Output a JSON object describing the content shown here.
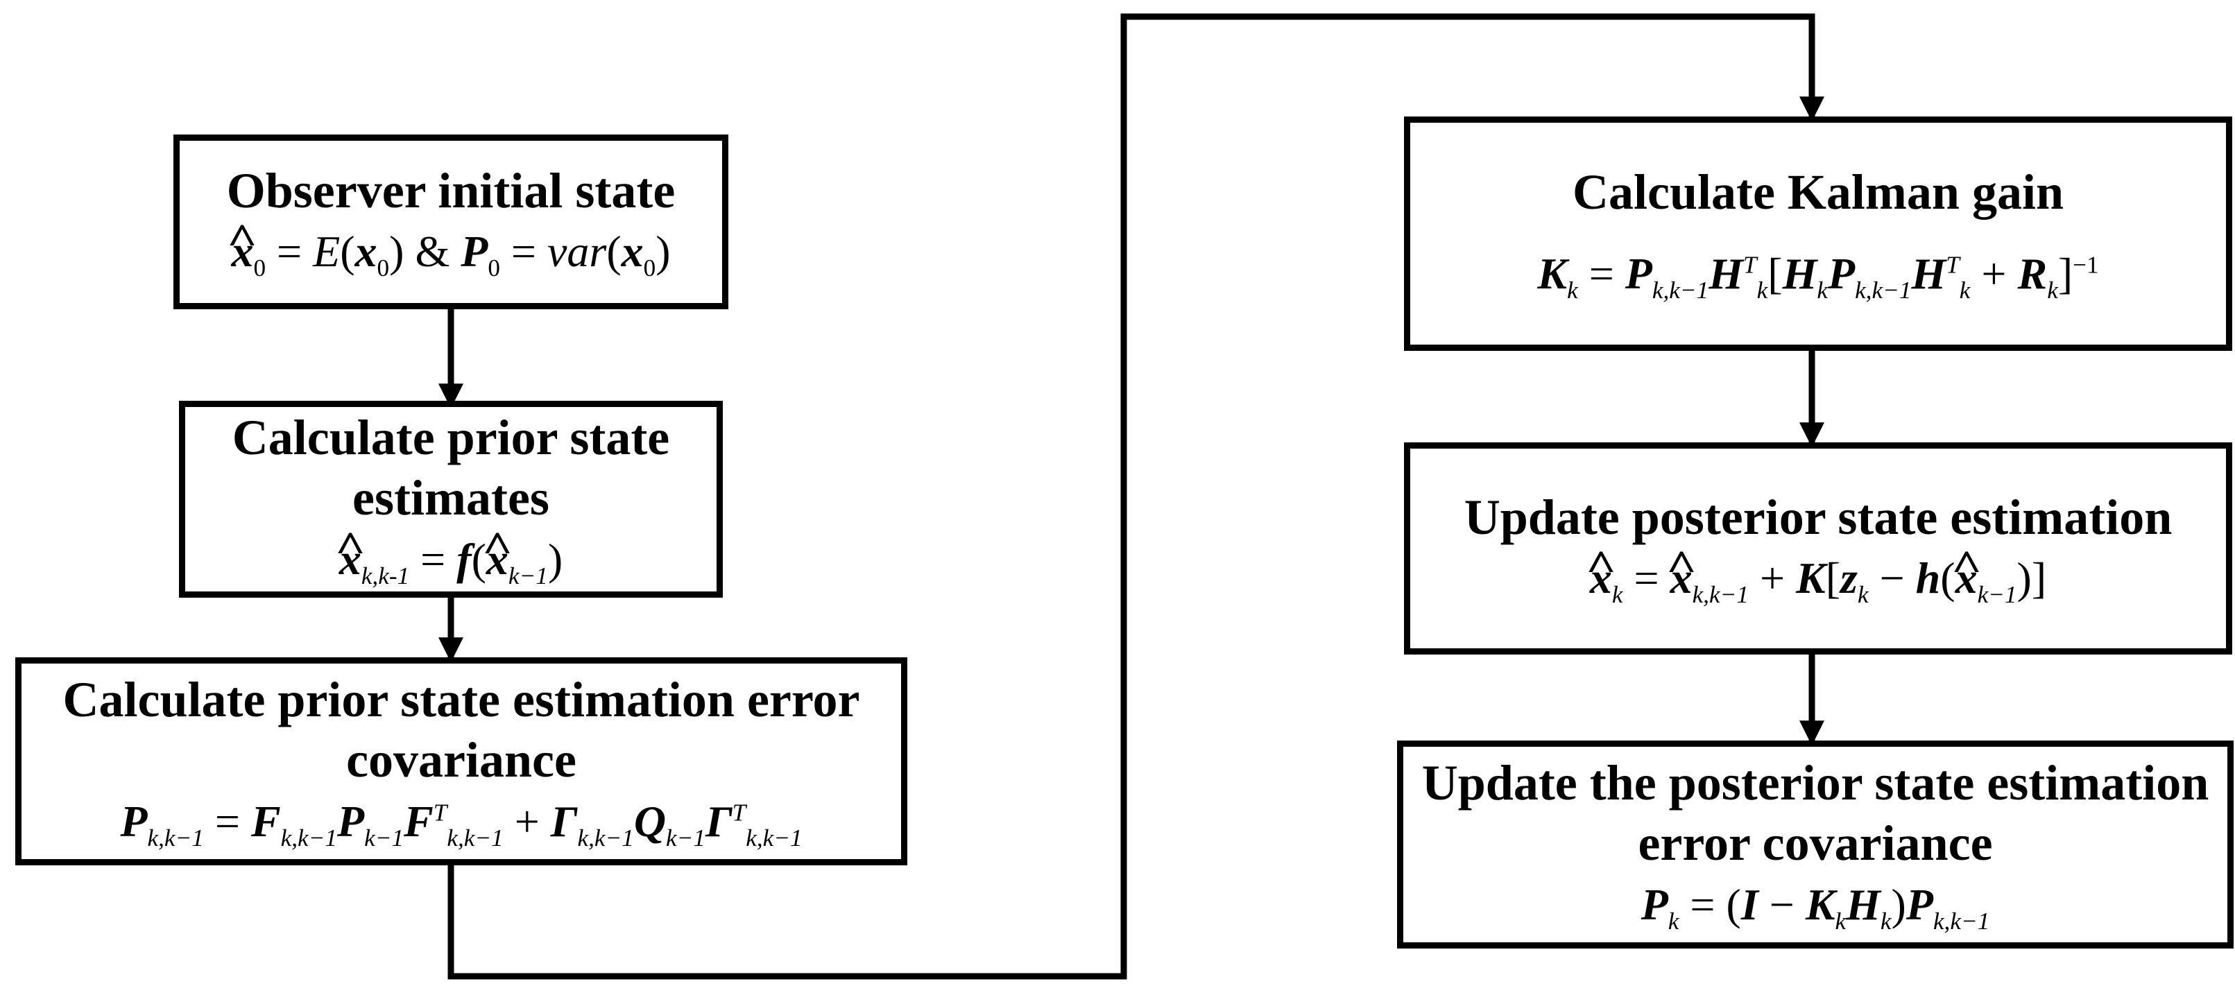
{
  "nodes": {
    "init": {
      "title": "Observer initial state"
    },
    "prior": {
      "title": "Calculate prior state estimates"
    },
    "prior_cov": {
      "title": "Calculate prior state estimation error covariance"
    },
    "gain": {
      "title": "Calculate Kalman gain"
    },
    "posterior": {
      "title": "Update posterior state estimation"
    },
    "post_cov": {
      "title": "Update the posterior state estimation error covariance"
    }
  },
  "edges": [
    {
      "from": "init",
      "to": "prior"
    },
    {
      "from": "prior",
      "to": "prior_cov"
    },
    {
      "from": "prior_cov",
      "to": "gain"
    },
    {
      "from": "gain",
      "to": "posterior"
    },
    {
      "from": "posterior",
      "to": "post_cov"
    }
  ],
  "colors": {
    "stroke": "#000000",
    "background": "#ffffff"
  }
}
